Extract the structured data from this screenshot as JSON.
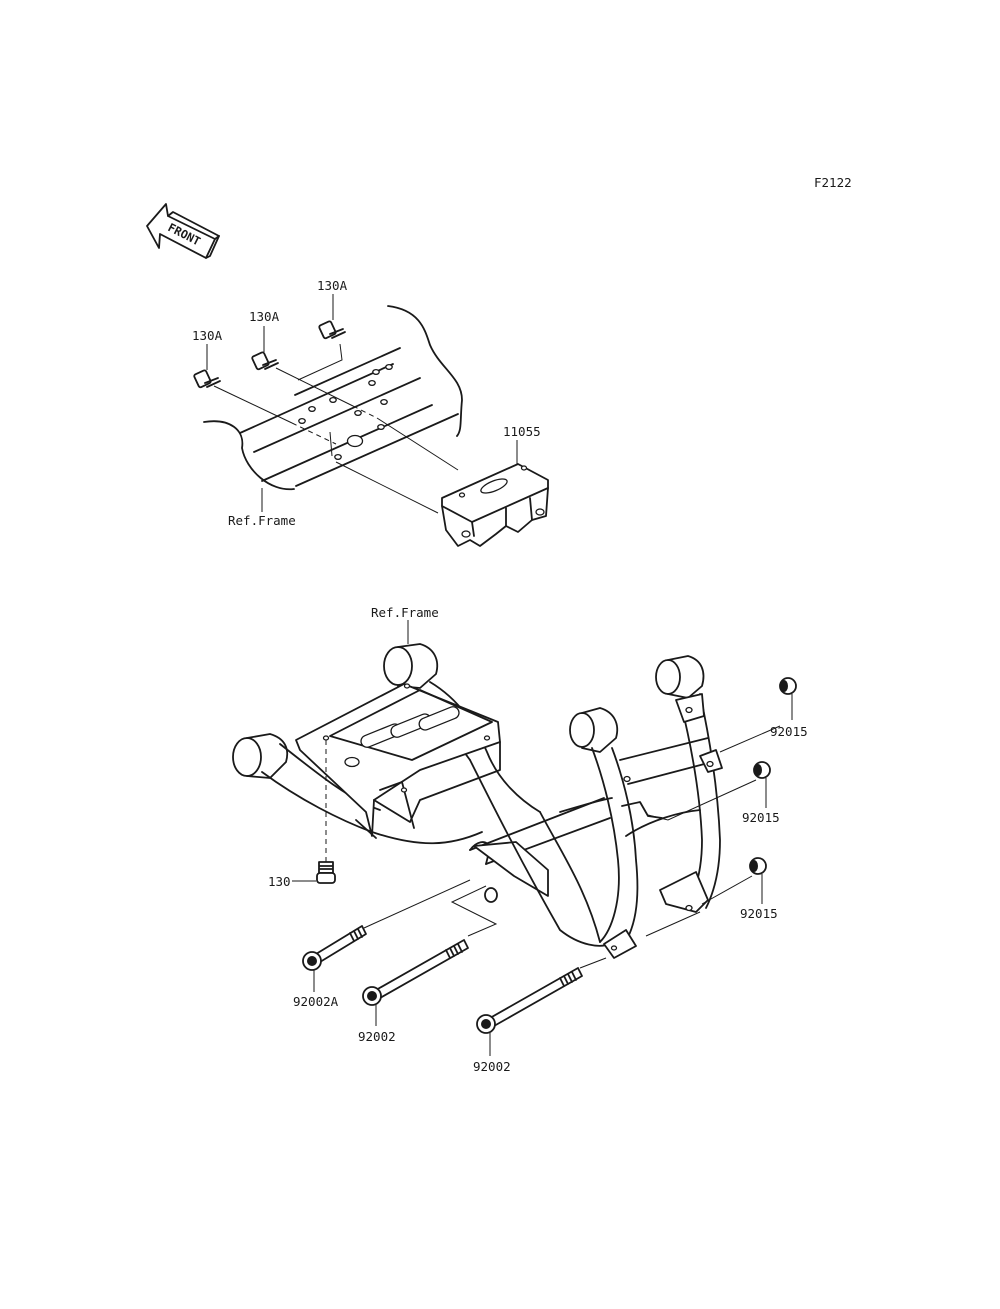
{
  "figure_code": "F2122",
  "front_arrow_label": "FRONT",
  "labels": {
    "bolt_a1": "130A",
    "bolt_a2": "130A",
    "bolt_a3": "130A",
    "bracket": "11055",
    "ref_frame_top": "Ref.Frame",
    "ref_frame_bottom": "Ref.Frame",
    "bolt_130": "130",
    "nut_1": "92015",
    "nut_2": "92015",
    "nut_3": "92015",
    "long_bolt_a": "92002A",
    "long_bolt_1": "92002",
    "long_bolt_2": "92002"
  }
}
